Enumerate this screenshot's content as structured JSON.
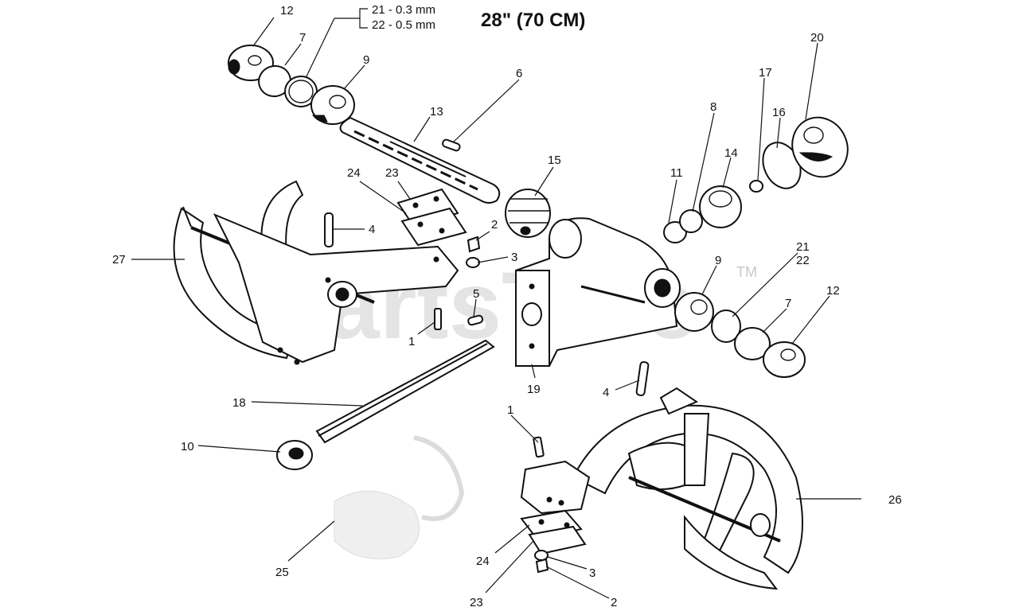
{
  "diagram": {
    "title": "28\" (70 CM)",
    "spec_lines": [
      "21 - 0.3 mm",
      "22 - 0.5 mm"
    ],
    "watermark": "PartsTree",
    "watermark_tm": "TM",
    "callouts": [
      {
        "id": "c12a",
        "text": "12"
      },
      {
        "id": "c7a",
        "text": "7"
      },
      {
        "id": "c9a",
        "text": "9"
      },
      {
        "id": "c13",
        "text": "13"
      },
      {
        "id": "c6",
        "text": "6"
      },
      {
        "id": "c24a",
        "text": "24"
      },
      {
        "id": "c23a",
        "text": "23"
      },
      {
        "id": "c4a",
        "text": "4"
      },
      {
        "id": "c27",
        "text": "27"
      },
      {
        "id": "c2a",
        "text": "2"
      },
      {
        "id": "c3a",
        "text": "3"
      },
      {
        "id": "c15",
        "text": "15"
      },
      {
        "id": "c11",
        "text": "11"
      },
      {
        "id": "c8",
        "text": "8"
      },
      {
        "id": "c14",
        "text": "14"
      },
      {
        "id": "c17",
        "text": "17"
      },
      {
        "id": "c16",
        "text": "16"
      },
      {
        "id": "c20",
        "text": "20"
      },
      {
        "id": "c9b",
        "text": "9"
      },
      {
        "id": "c21",
        "text": "21"
      },
      {
        "id": "c22",
        "text": "22"
      },
      {
        "id": "c7b",
        "text": "7"
      },
      {
        "id": "c12b",
        "text": "12"
      },
      {
        "id": "c5",
        "text": "5"
      },
      {
        "id": "c1a",
        "text": "1"
      },
      {
        "id": "c19",
        "text": "19"
      },
      {
        "id": "c4b",
        "text": "4"
      },
      {
        "id": "c18",
        "text": "18"
      },
      {
        "id": "c10",
        "text": "10"
      },
      {
        "id": "c1b",
        "text": "1"
      },
      {
        "id": "c26",
        "text": "26"
      },
      {
        "id": "c25",
        "text": "25"
      },
      {
        "id": "c24b",
        "text": "24"
      },
      {
        "id": "c3b",
        "text": "3"
      },
      {
        "id": "c23b",
        "text": "23"
      },
      {
        "id": "c2b",
        "text": "2"
      }
    ]
  }
}
